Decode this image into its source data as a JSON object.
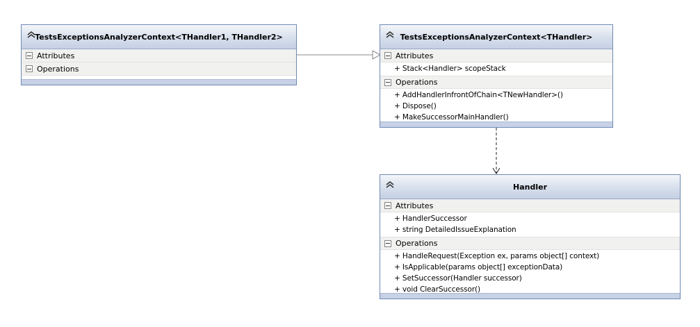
{
  "classes": {
    "context2": {
      "title": "TestsExceptionsAnalyzerContext<THandler1, THandler2>",
      "attributes_label": "Attributes",
      "operations_label": "Operations"
    },
    "context1": {
      "title": "TestsExceptionsAnalyzerContext<THandler>",
      "attributes_label": "Attributes",
      "attributes": [
        "+ Stack<Handler> scopeStack"
      ],
      "operations_label": "Operations",
      "operations": [
        "+ AddHandlerInfrontOfChain<TNewHandler>()",
        "+ Dispose()",
        "+ MakeSuccessorMainHandler()"
      ]
    },
    "handler": {
      "title": "Handler",
      "attributes_label": "Attributes",
      "attributes": [
        "+ HandlerSuccessor",
        "+ string DetailedIssueExplanation"
      ],
      "operations_label": "Operations",
      "operations": [
        "+ HandleRequest(Exception ex, params object[] context)",
        "+ IsApplicable(params object[] exceptionData)",
        "+ SetSuccessor(Handler successor)",
        "+ void ClearSuccessor()"
      ]
    }
  },
  "relationships": [
    {
      "from": "context2",
      "to": "context1",
      "kind": "inheritance"
    },
    {
      "from": "context1",
      "to": "handler",
      "kind": "dependency"
    }
  ],
  "colors": {
    "border": "#6f89b4",
    "header_gradient_top": "#f4f6fa",
    "header_gradient_bottom": "#c4d0e4",
    "section_bg": "#f1f1ef",
    "connector": "#8a8a8a"
  }
}
